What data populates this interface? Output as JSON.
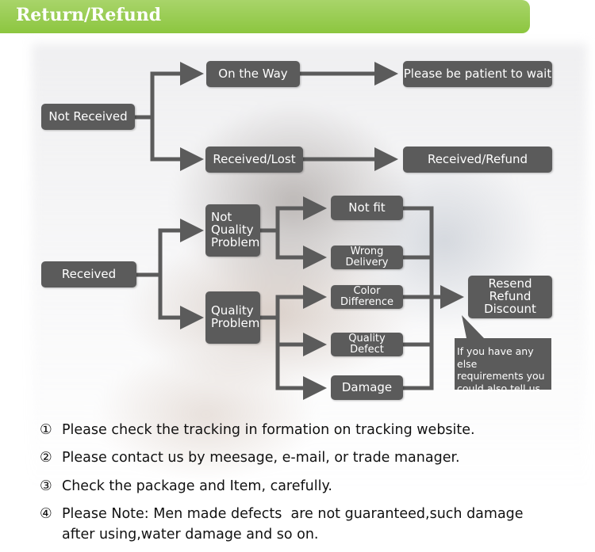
{
  "header": {
    "title": "Return/Refund",
    "color": "#8cc63f"
  },
  "flow": {
    "not_received": "Not Received",
    "on_the_way": "On the Way",
    "please_wait": "Please be patient to wait",
    "received_lost": "Received/Lost",
    "received_refund": "Received/Refund",
    "received": "Received",
    "not_quality_problem": "Not\nQuality\nProblem",
    "quality_problem": "Quality\nProblem",
    "not_fit": "Not fit",
    "wrong_delivery": "Wrong Delivery",
    "color_difference": "Color Difference",
    "quality_defect": "Quality Defect",
    "damage": "Damage",
    "resolution": "Resend\nRefund\nDiscount",
    "callout": "If you have any else\nrequirements you\ncould also tell us",
    "box_color": "#5b5b5b"
  },
  "notes": [
    {
      "num": "①",
      "text": "Please check the tracking in formation on tracking website."
    },
    {
      "num": "②",
      "text": "Please contact us by meesage, e-mail, or trade manager."
    },
    {
      "num": "③",
      "text": "Check the package and Item, carefully."
    },
    {
      "num": "④",
      "text": "Please Note: Men made defects  are not guaranteed,such damage\nafter using,water damage and so on."
    }
  ]
}
